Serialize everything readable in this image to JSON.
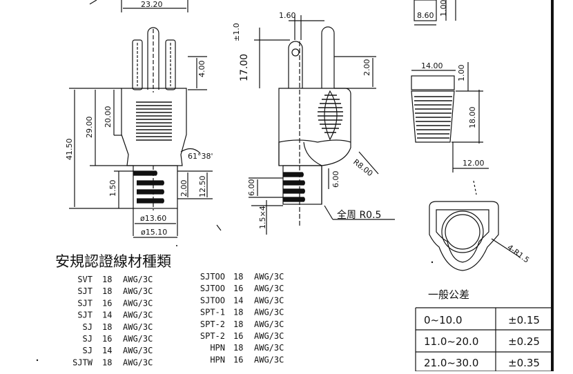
{
  "dimensions": {
    "front": {
      "width_top": "23.20",
      "blade_gap": "4.00",
      "total_length": "41.50",
      "body_length": "29.00",
      "grip_length": "20.00",
      "taper_angle": "61°38'",
      "neck_length": "1.50",
      "neck_slot": "2.00",
      "strain_length": "12.50",
      "dia_inner": "ø13.60",
      "dia_outer": "ø15.10"
    },
    "side": {
      "pin_dia": "1.60",
      "tolerance": "±1.0",
      "pin_length": "17.00",
      "pin_offset": "2.00",
      "radius": "R8.00",
      "slot_a": "6.00",
      "slot_b": "6.00",
      "slot_width": "1.5×4",
      "fillet_note": "全周 R0.5"
    },
    "right": {
      "top_width": "8.60",
      "top_height": "1.00",
      "sec_width": "14.00",
      "sec_gap": "1.00",
      "sec_height": "18.00",
      "sec_base": "12.00",
      "corner_radius": "4-R1.5"
    }
  },
  "cable_title": "安規認證線材種類",
  "cables_left": [
    {
      "type": "SVT",
      "gauge": "18",
      "spec": "AWG/3C"
    },
    {
      "type": "SJT",
      "gauge": "18",
      "spec": "AWG/3C"
    },
    {
      "type": "SJT",
      "gauge": "16",
      "spec": "AWG/3C"
    },
    {
      "type": "SJT",
      "gauge": "14",
      "spec": "AWG/3C"
    },
    {
      "type": "SJ",
      "gauge": "18",
      "spec": "AWG/3C"
    },
    {
      "type": "SJ",
      "gauge": "16",
      "spec": "AWG/3C"
    },
    {
      "type": "SJ",
      "gauge": "14",
      "spec": "AWG/3C"
    },
    {
      "type": "SJTW",
      "gauge": "18",
      "spec": "AWG/3C"
    }
  ],
  "cables_right": [
    {
      "type": "SJTOO",
      "gauge": "18",
      "spec": "AWG/3C"
    },
    {
      "type": "SJTOO",
      "gauge": "16",
      "spec": "AWG/3C"
    },
    {
      "type": "SJTOO",
      "gauge": "14",
      "spec": "AWG/3C"
    },
    {
      "type": "SPT-1",
      "gauge": "18",
      "spec": "AWG/3C"
    },
    {
      "type": "SPT-2",
      "gauge": "18",
      "spec": "AWG/3C"
    },
    {
      "type": "SPT-2",
      "gauge": "16",
      "spec": "AWG/3C"
    },
    {
      "type": "HPN",
      "gauge": "18",
      "spec": "AWG/3C"
    },
    {
      "type": "HPN",
      "gauge": "16",
      "spec": "AWG/3C"
    }
  ],
  "tolerance_title": "一般公差",
  "tolerance_rows": [
    {
      "range": "0~10.0",
      "tol": "±0.15"
    },
    {
      "range": "11.0~20.0",
      "tol": "±0.25"
    },
    {
      "range": "21.0~30.0",
      "tol": "±0.35"
    }
  ]
}
